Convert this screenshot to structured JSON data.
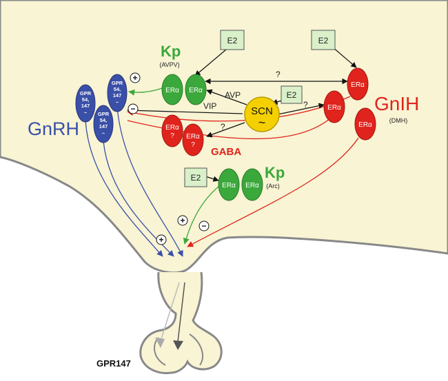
{
  "colors": {
    "hypothalamus": "#f8f4d4",
    "outline": "#888888",
    "gnrh": "#3a4fa8",
    "kp": "#3ba83b",
    "gnih": "#e0231c",
    "scn": "#f5d000",
    "e2_box": "#d9f0c9"
  },
  "labels": {
    "gnrh": "GnRH",
    "gnih": "GnIH",
    "gnih_region": "(DMH)",
    "kp_top": "Kp",
    "kp_top_region": "(AVPV)",
    "kp_bottom": "Kp",
    "kp_bottom_region": "(Arc)",
    "gaba": "GABA",
    "scn": "SCN",
    "scn_wave": "~",
    "avp": "AVP",
    "vip": "VIP",
    "gpr147": "GPR147"
  },
  "receptor": "ERα",
  "receptor_unknown": "ERα\n?",
  "e2": "E2",
  "question": "?",
  "plus": "+",
  "minus": "−",
  "gpr_neuron": [
    "GPR",
    "54,",
    "147",
    "~"
  ]
}
